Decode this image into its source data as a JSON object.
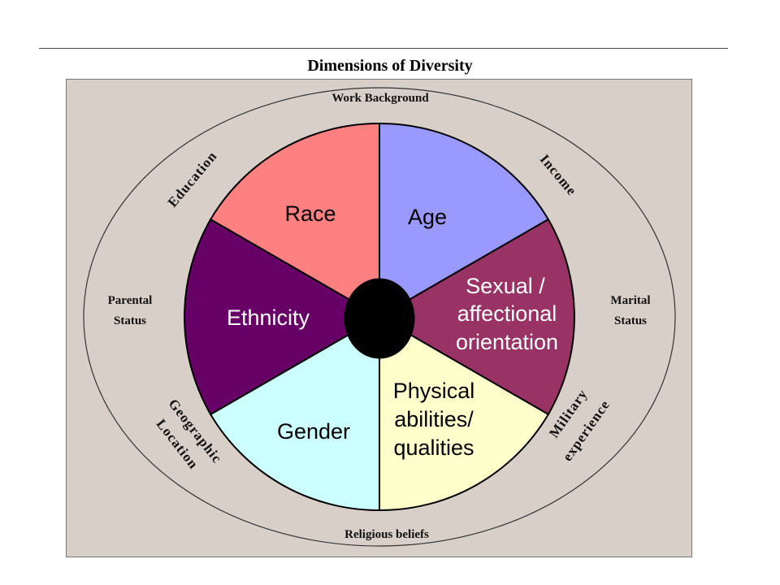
{
  "title": "Dimensions of Diversity",
  "outer": {
    "work_background": "Work Background",
    "education": "Education",
    "income": "Income",
    "parental_status_1": "Parental",
    "parental_status_2": "Status",
    "marital_status_1": "Marital",
    "marital_status_2": "Status",
    "geographic_1": "Geographic",
    "geographic_2": "Location",
    "military_1": "Military",
    "military_2": "experience",
    "religious": "Religious beliefs"
  },
  "inner": {
    "race": "Race",
    "age": "Age",
    "sexual_1": "Sexual /",
    "sexual_2": "affectional",
    "sexual_3": "orientation",
    "ethnicity": "Ethnicity",
    "gender": "Gender",
    "physical_1": "Physical",
    "physical_2": "abilities/",
    "physical_3": "qualities"
  },
  "colors": {
    "race": "#ff8080",
    "age": "#9999ff",
    "sexual": "#993366",
    "physical": "#ffffcc",
    "gender": "#ccffff",
    "ethnicity": "#660066",
    "center": "#000000",
    "panel": "#d8d0c8"
  }
}
